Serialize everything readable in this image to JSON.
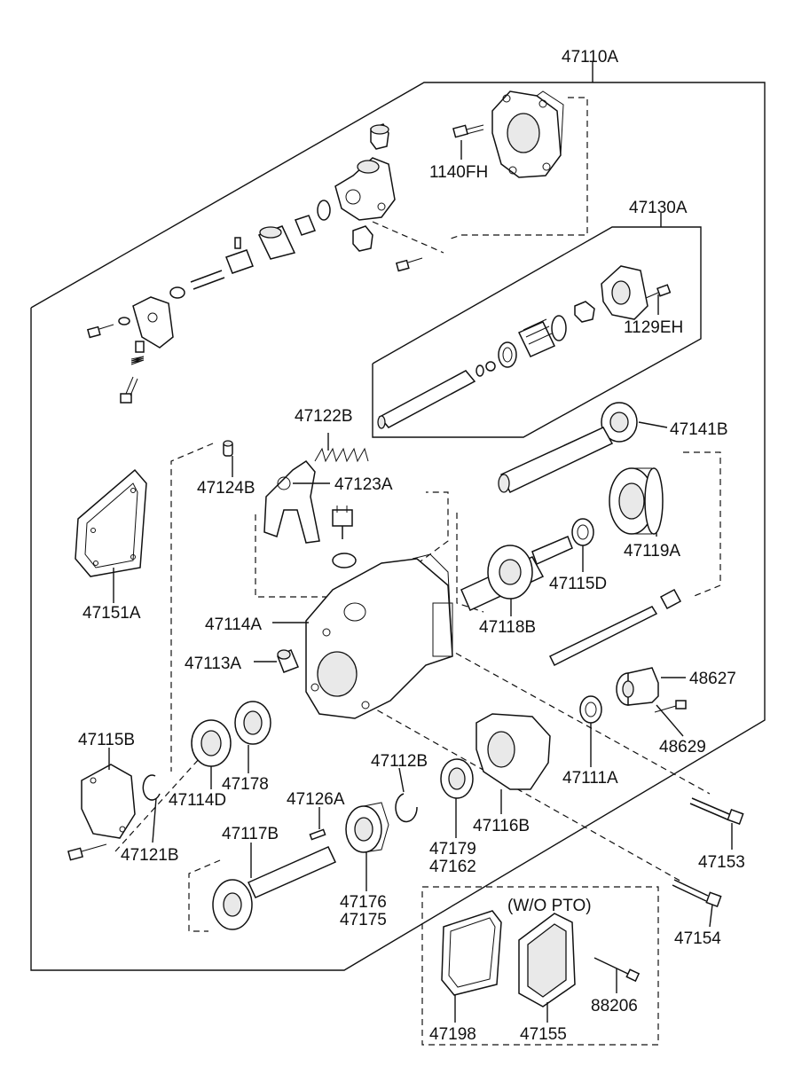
{
  "labels": {
    "l47110A": "47110A",
    "l1140FH": "1140FH",
    "l47130A": "47130A",
    "l1129EH": "1129EH",
    "l47122B": "47122B",
    "l47141B": "47141B",
    "l47124B": "47124B",
    "l47123A": "47123A",
    "l47119A": "47119A",
    "l47151A": "47151A",
    "l47115D": "47115D",
    "l47114A": "47114A",
    "l47118B": "47118B",
    "l47113A": "47113A",
    "l48627": "48627",
    "l48629": "48629",
    "l47115B": "47115B",
    "l47178": "47178",
    "l47114D": "47114D",
    "l47112B": "47112B",
    "l47111A": "47111A",
    "l47121B": "47121B",
    "l47126A": "47126A",
    "l47116B": "47116B",
    "l47117B": "47117B",
    "l47179": "47179",
    "l47162": "47162",
    "l47153": "47153",
    "l47176": "47176",
    "l47175": "47175",
    "l47154": "47154",
    "lWOPTO": "(W/O PTO)",
    "l88206": "88206",
    "l47198": "47198",
    "l47155": "47155"
  }
}
